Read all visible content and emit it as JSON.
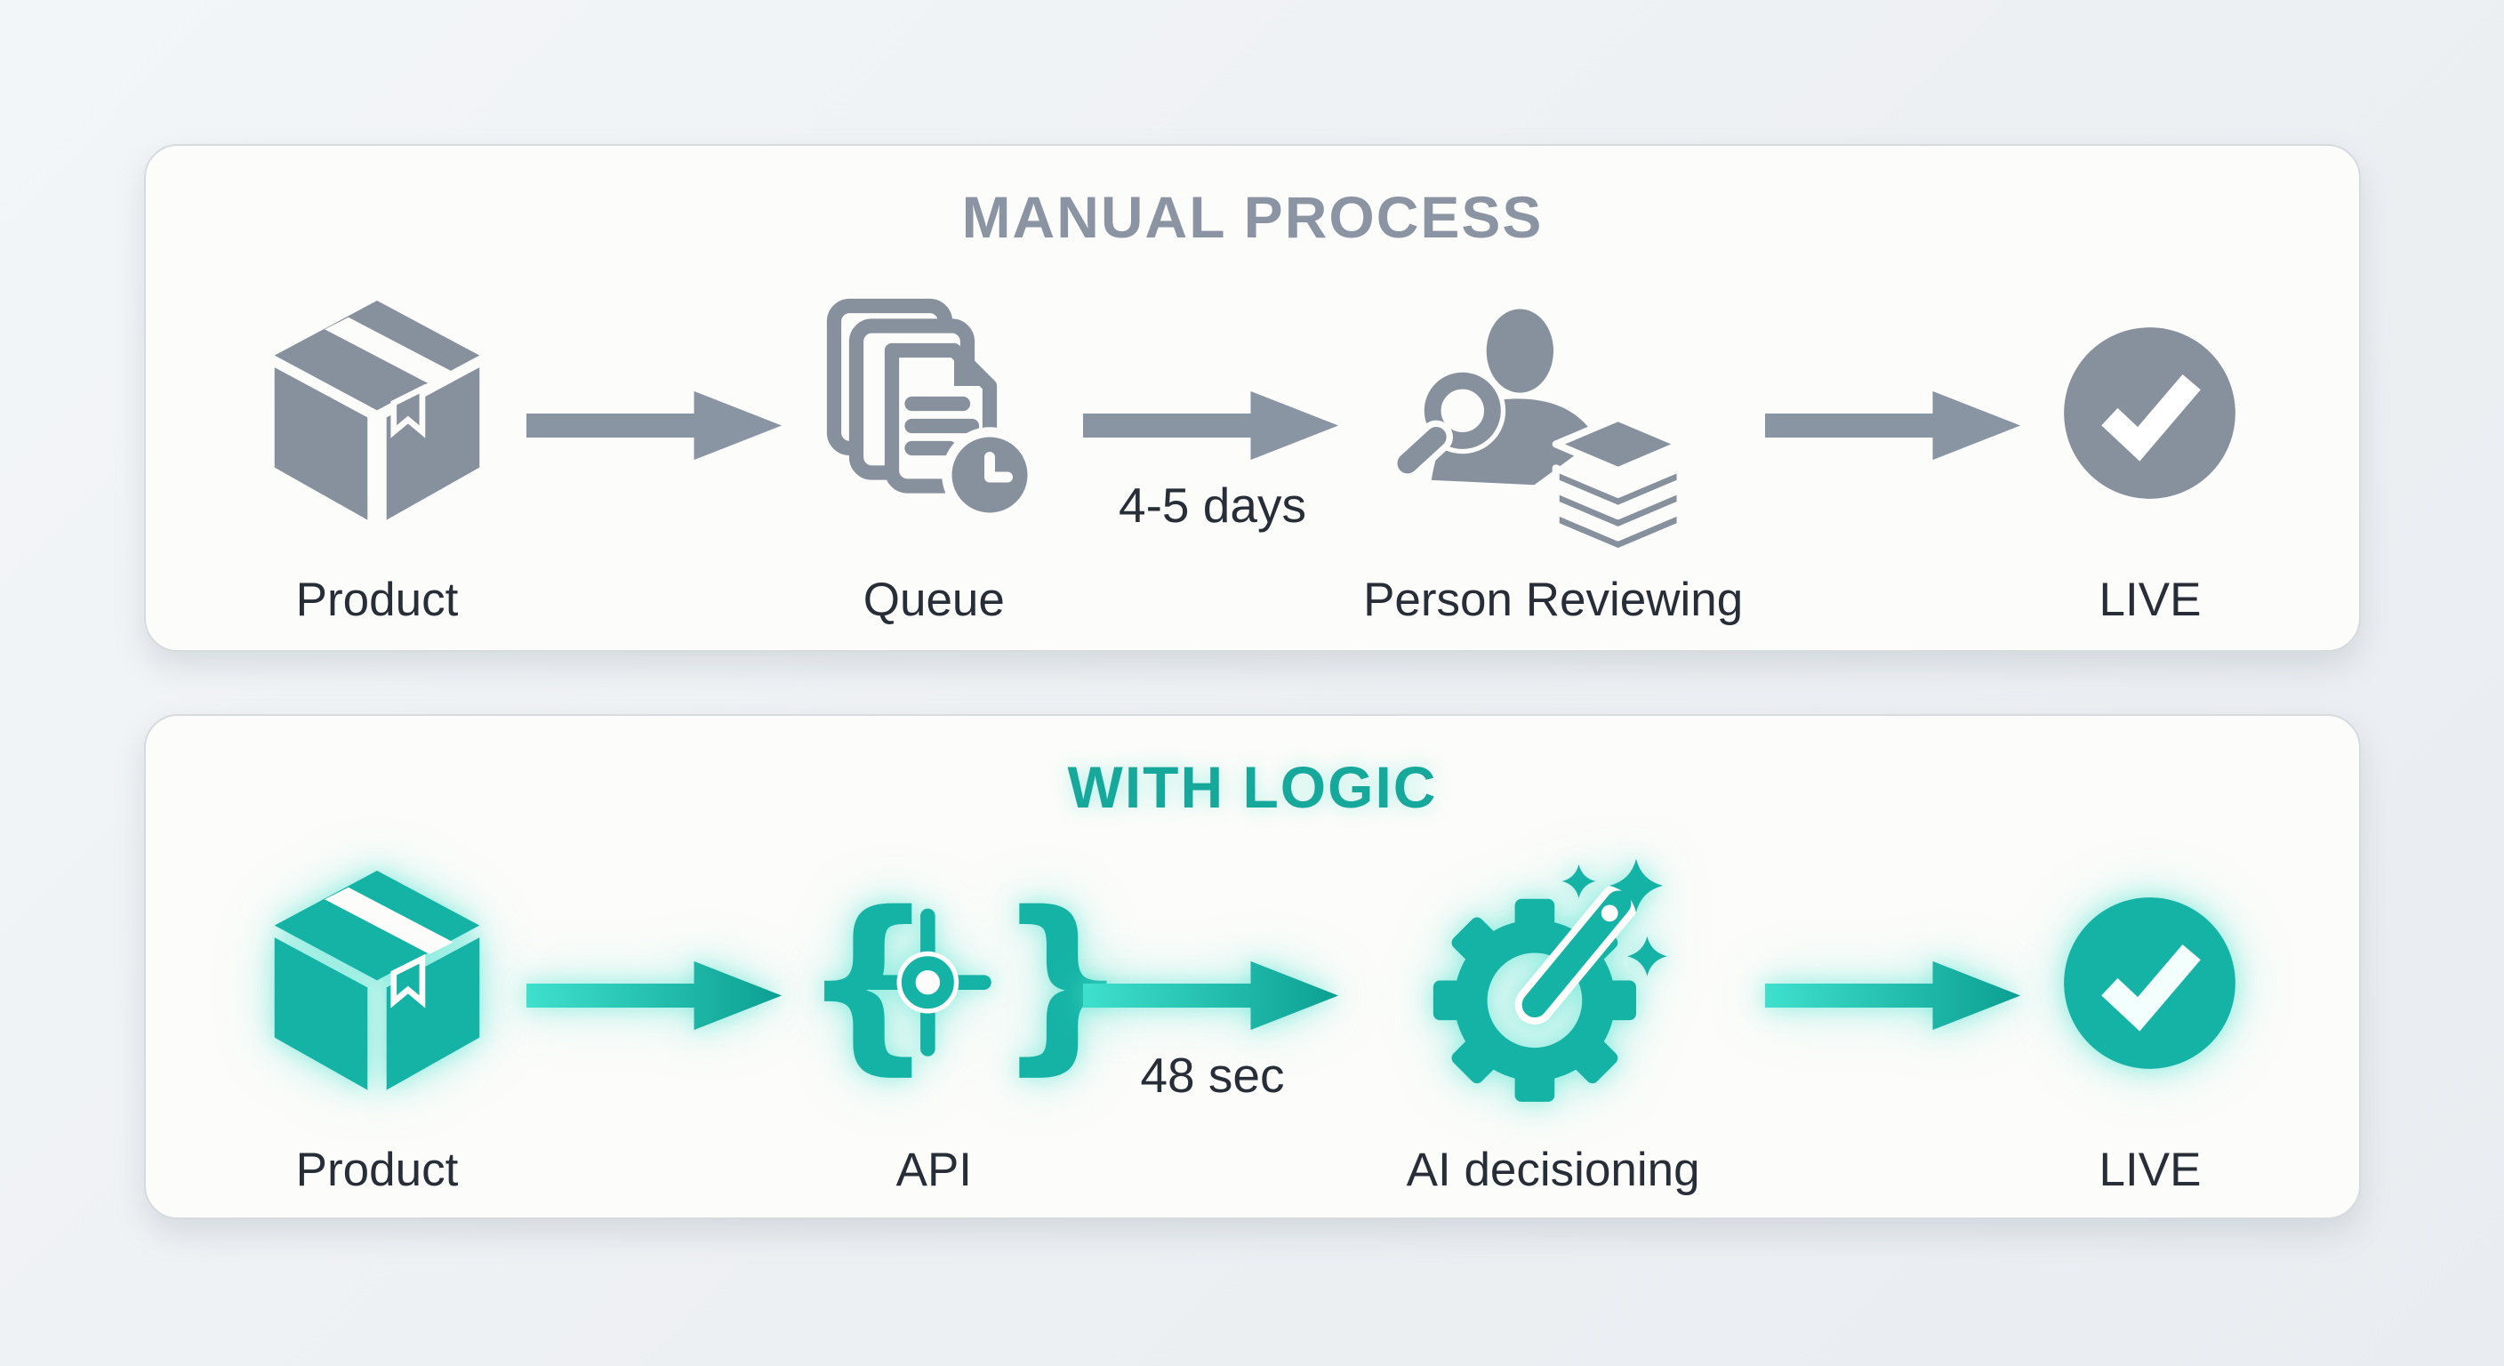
{
  "colors": {
    "page_background": "#edf0f3",
    "card_background": "#fcfcfa",
    "manual_accent": "#87919e",
    "logic_accent": "#15b3a6",
    "label_text": "#272e37",
    "manual_title_color": "#8a94a2",
    "logic_title_color": "#16a89b"
  },
  "sections": [
    {
      "title": "MANUAL PROCESS",
      "steps": [
        {
          "icon": "package-box-icon",
          "label": "Product"
        },
        {
          "icon": "documents-clock-icon",
          "label": "Queue"
        },
        {
          "icon": "person-magnifier-icon",
          "label": "Person Reviewing"
        },
        {
          "icon": "check-circle-icon",
          "label": "LIVE"
        }
      ],
      "arrows": [
        {
          "label": ""
        },
        {
          "label": "4-5 days"
        },
        {
          "label": ""
        }
      ]
    },
    {
      "title": "WITH LOGIC",
      "steps": [
        {
          "icon": "package-box-icon",
          "label": "Product"
        },
        {
          "icon": "api-braces-icon",
          "label": "API"
        },
        {
          "icon": "gear-wand-icon",
          "label": "AI decisioning"
        },
        {
          "icon": "check-circle-icon",
          "label": "LIVE"
        }
      ],
      "arrows": [
        {
          "label": ""
        },
        {
          "label": "48 sec"
        },
        {
          "label": ""
        }
      ]
    }
  ]
}
